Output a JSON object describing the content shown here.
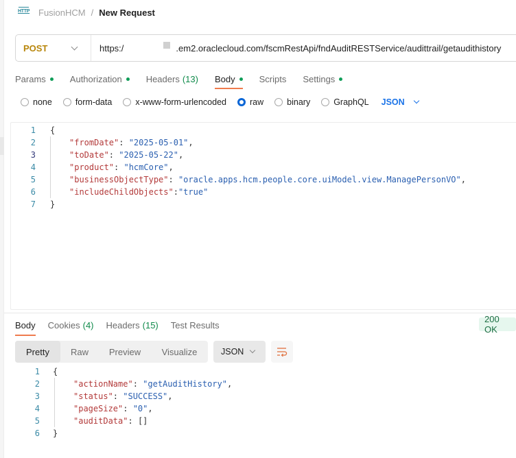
{
  "header": {
    "icon": "http-icon",
    "collection": "FusionHCM",
    "separator": "/",
    "title": "New Request"
  },
  "request": {
    "method": "POST",
    "url_prefix": "https:/",
    "url_suffix": ".em2.oraclecloud.com/fscmRestApi/fndAuditRESTService/audittrail/getaudithistory"
  },
  "request_tabs": [
    {
      "label": "Params",
      "dot": true
    },
    {
      "label": "Authorization",
      "dot": true
    },
    {
      "label": "Headers",
      "count": "(13)"
    },
    {
      "label": "Body",
      "dot": true,
      "active": true
    },
    {
      "label": "Scripts"
    },
    {
      "label": "Settings",
      "dot": true
    }
  ],
  "body_types": {
    "options": [
      "none",
      "form-data",
      "x-www-form-urlencoded",
      "raw",
      "binary",
      "GraphQL"
    ],
    "selected": "raw",
    "language": "JSON"
  },
  "request_body": {
    "line_numbers": [
      "1",
      "2",
      "3",
      "4",
      "5",
      "6",
      "7"
    ],
    "open_brace": "{",
    "close_brace": "}",
    "fields": [
      {
        "key": "\"fromDate\"",
        "sep": ": ",
        "value": "\"2025-05-01\"",
        "trail": ","
      },
      {
        "key": "\"toDate\"",
        "sep": ": ",
        "value": "\"2025-05-22\"",
        "trail": ","
      },
      {
        "key": "\"product\"",
        "sep": ": ",
        "value": "\"hcmCore\"",
        "trail": ","
      },
      {
        "key": "\"businessObjectType\"",
        "sep": ": ",
        "value": "\"oracle.apps.hcm.people.core.uiModel.view.ManagePersonVO\"",
        "trail": ","
      },
      {
        "key": "\"includeChildObjects\"",
        "sep": ":",
        "value": "\"true\"",
        "trail": ""
      }
    ]
  },
  "response_tabs": [
    {
      "label": "Body",
      "active": true
    },
    {
      "label": "Cookies",
      "count": "(4)"
    },
    {
      "label": "Headers",
      "count": "(15)"
    },
    {
      "label": "Test Results"
    }
  ],
  "response_status": "200 OK",
  "response_views": [
    "Pretty",
    "Raw",
    "Preview",
    "Visualize"
  ],
  "response_view_selected": "Pretty",
  "response_format": "JSON",
  "response_body": {
    "line_numbers": [
      "1",
      "2",
      "3",
      "4",
      "5",
      "6"
    ],
    "open_brace": "{",
    "close_brace": "}",
    "fields": [
      {
        "key": "\"actionName\"",
        "sep": ": ",
        "value": "\"getAuditHistory\"",
        "trail": ","
      },
      {
        "key": "\"status\"",
        "sep": ": ",
        "value": "\"SUCCESS\"",
        "trail": ","
      },
      {
        "key": "\"pageSize\"",
        "sep": ": ",
        "value": "\"0\"",
        "trail": ","
      },
      {
        "key": "\"auditData\"",
        "sep": ": ",
        "value": "[]",
        "trail": ""
      }
    ]
  },
  "colors": {
    "method": "#b8860b",
    "active_tab_underline": "#ef7a4d",
    "dot": "#0f9d58",
    "json_key": "#b33a3a",
    "json_string": "#2a5fb0",
    "status_ok_bg": "#e6f7ee",
    "status_ok_text": "#1b6e42",
    "language_select": "#1a73e8"
  }
}
